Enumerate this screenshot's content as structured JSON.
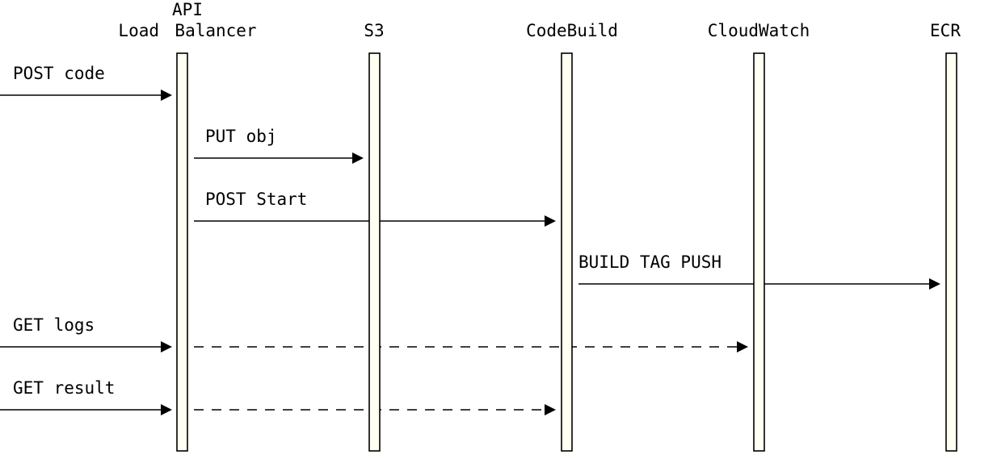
{
  "participants": [
    {
      "id": "lb",
      "label": "Load",
      "name": "load-participant"
    },
    {
      "id": "api",
      "label_lines": [
        "API",
        "Balancer"
      ],
      "name": "api-balancer-participant"
    },
    {
      "id": "s3",
      "label": "S3",
      "name": "s3-participant"
    },
    {
      "id": "codebuild",
      "label": "CodeBuild",
      "name": "codebuild-participant"
    },
    {
      "id": "cloudwatch",
      "label": "CloudWatch",
      "name": "cloudwatch-participant"
    },
    {
      "id": "ecr",
      "label": "ECR",
      "name": "ecr-participant"
    }
  ],
  "messages": [
    {
      "label": "POST code",
      "from": "external",
      "to": "api",
      "style": "solid"
    },
    {
      "label": "PUT obj",
      "from": "api",
      "to": "s3",
      "style": "solid"
    },
    {
      "label": "POST Start",
      "from": "api",
      "to": "codebuild",
      "style": "solid"
    },
    {
      "label": "BUILD TAG PUSH",
      "from": "codebuild",
      "to": "ecr",
      "style": "solid"
    },
    {
      "label": "GET logs",
      "from": "external",
      "to": "cloudwatch",
      "style": "solid-then-dashed"
    },
    {
      "label": "GET result",
      "from": "external",
      "to": "codebuild",
      "style": "solid-then-dashed"
    }
  ]
}
